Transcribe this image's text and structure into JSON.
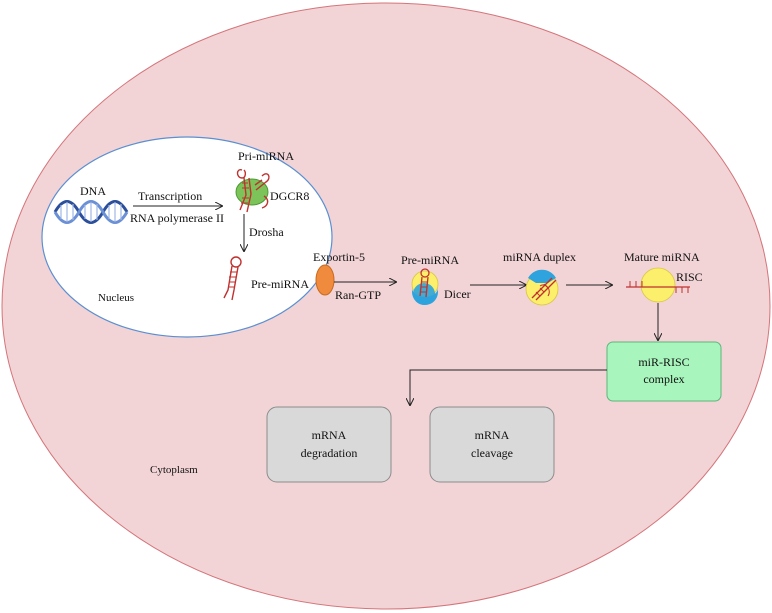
{
  "labels": {
    "dna": "DNA",
    "transcription": "Transcription",
    "rna_polymerase": "RNA polymerase II",
    "pri_mirna": "Pri-miRNA",
    "dgcr8": "DGCR8",
    "drosha": "Drosha",
    "pre_mirna_nucleus": "Pre-miRNA",
    "nucleus": "Nucleus",
    "exportin": "Exportin-5",
    "ran_gtp": "Ran-GTP",
    "pre_mirna_cyto": "Pre-miRNA",
    "dicer": "Dicer",
    "mirna_duplex": "miRNA duplex",
    "mature_mirna": "Mature miRNA",
    "risc": "RISC",
    "mir_risc_line1": "miR-RISC",
    "mir_risc_line2": "complex",
    "mrna_deg_line1": "mRNA",
    "mrna_deg_line2": "degradation",
    "mrna_cleave_line1": "mRNA",
    "mrna_cleave_line2": "cleavage",
    "cytoplasm": "Cytoplasm"
  },
  "colors": {
    "cytoplasm_fill": "#f2d4d6",
    "cytoplasm_stroke": "#d4757b",
    "nucleus_stroke": "#5b8fd1",
    "rna_red": "#c0312f",
    "dna_blue": "#2b4f9a",
    "dgcr8_green": "#7cc35a",
    "exportin_orange": "#f08a3c",
    "dicer_blue": "#2ea3dd",
    "risc_yellow": "#fcef6c",
    "mir_risc_fill": "#a8f5bd",
    "mir_risc_stroke": "#5cb87a",
    "outcome_fill": "#d9d9d9",
    "outcome_stroke": "#8c8c8c"
  }
}
